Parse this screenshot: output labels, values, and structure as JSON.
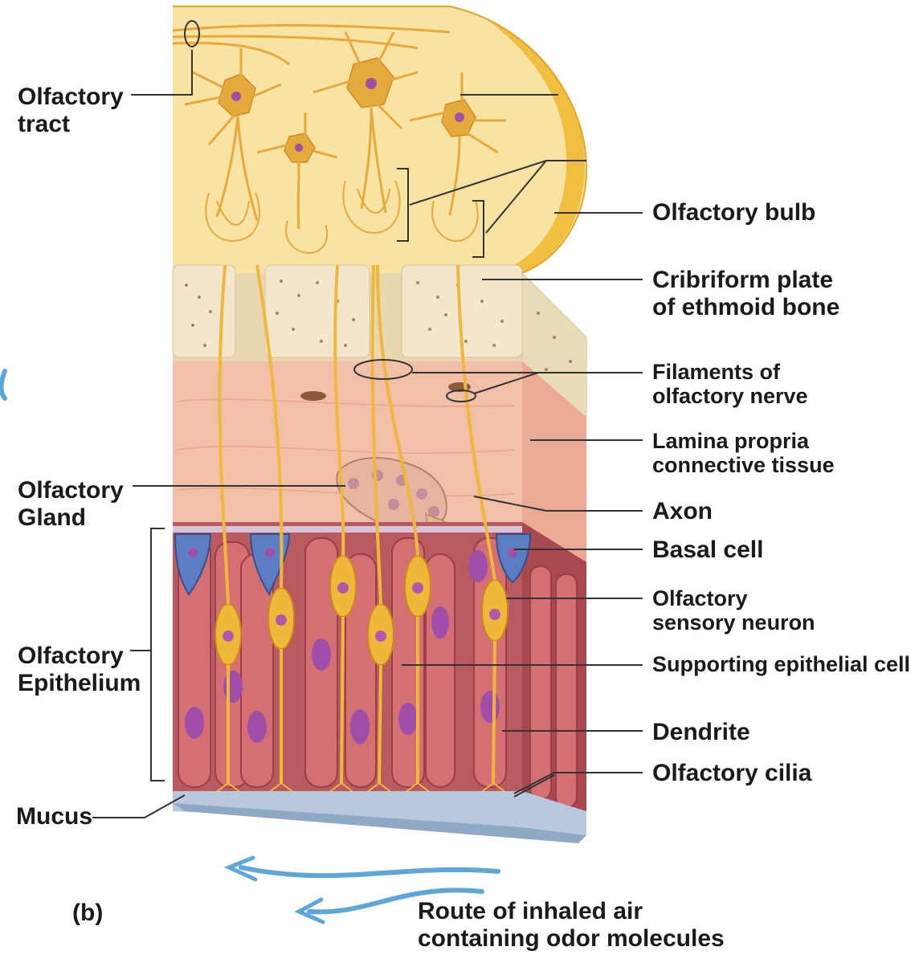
{
  "figure": {
    "panel_letter": "(b)",
    "labels": {
      "olfactory_tract": [
        "Olfactory",
        "tract"
      ],
      "olfactory_bulb": [
        "Olfactory bulb"
      ],
      "cribriform_plate": [
        "Cribriform plate",
        "of ethmoid bone"
      ],
      "filaments": [
        "Filaments of",
        "olfactory nerve"
      ],
      "lamina_propria": [
        "Lamina propria",
        "connective tissue"
      ],
      "olfactory_gland": [
        "Olfactory",
        "Gland"
      ],
      "axon": [
        "Axon"
      ],
      "basal_cell": [
        "Basal cell"
      ],
      "sensory_neuron": [
        "Olfactory",
        "sensory neuron"
      ],
      "supporting_cell": [
        "Supporting epithelial cell"
      ],
      "olfactory_epithelium": [
        "Olfactory",
        "Epithelium"
      ],
      "dendrite": [
        "Dendrite"
      ],
      "olfactory_cilia": [
        "Olfactory cilia"
      ],
      "mucus": [
        "Mucus"
      ],
      "route_of_air": [
        "Route of inhaled air",
        "containing odor molecules"
      ]
    }
  },
  "colors": {
    "bulb": "#f9e3a4",
    "bulb_edge": "#efb830",
    "neuron": "#e6a93c",
    "bone": "#f3e6cc",
    "lamina": "#f2bfa8",
    "epithelium": "#cf6a6e",
    "basal": "#5b7ec2",
    "nucleus": "#a04fa8",
    "mucus": "#b9c8dc",
    "air_arrow": "#5fa6d8"
  }
}
